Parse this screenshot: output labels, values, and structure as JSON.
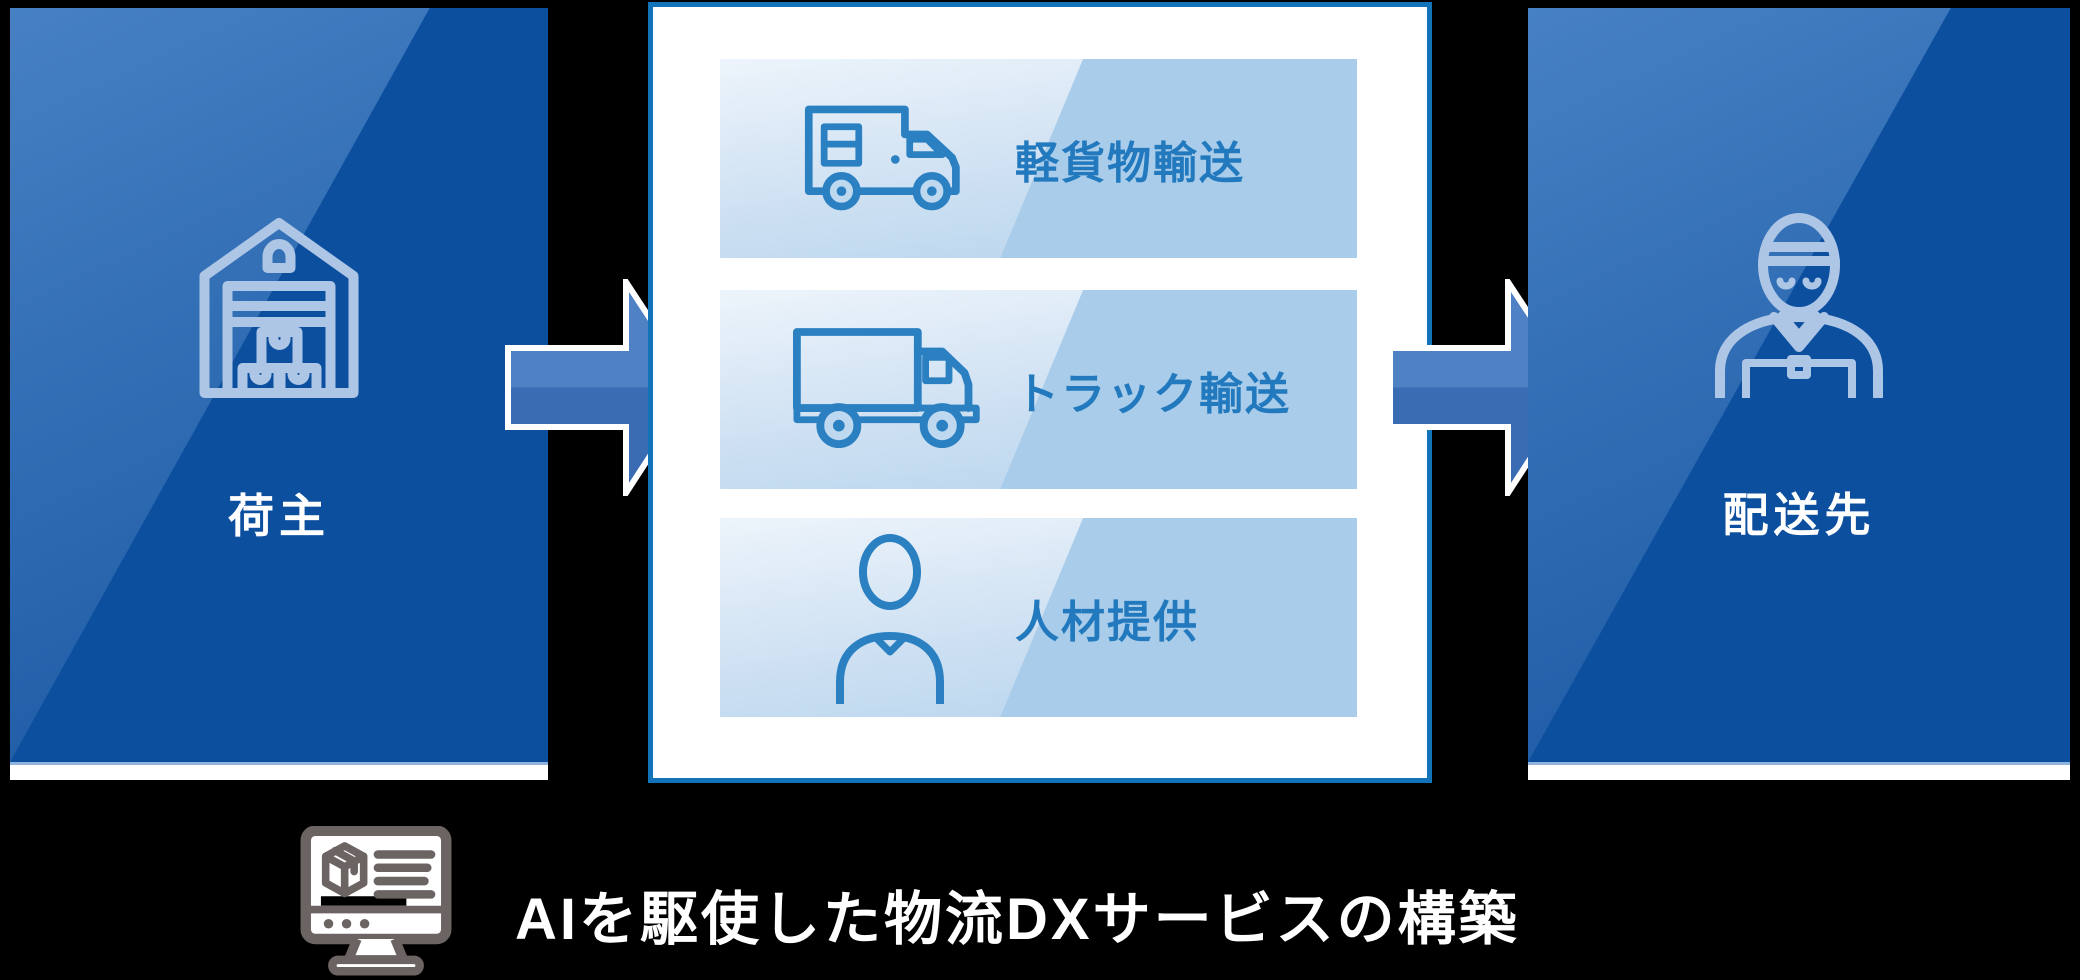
{
  "left_box": {
    "label": "荷主",
    "icon": "warehouse-icon"
  },
  "right_box": {
    "label": "配送先",
    "icon": "delivery-person-icon"
  },
  "services_panel": {
    "rows": [
      {
        "icon": "delivery-van-icon",
        "label": "軽貨物輸送"
      },
      {
        "icon": "truck-icon",
        "label": "トラック輸送"
      },
      {
        "icon": "worker-icon",
        "label": "人材提供"
      }
    ]
  },
  "footer": {
    "icon": "monitor-package-icon",
    "title": "AIを駆使した物流DXサービスの構築"
  },
  "colors": {
    "background": "#000000",
    "box_blue_dark": "#0C4F9F",
    "box_blue_light": "#4780C4",
    "box_edge_light": "#8FB3DC",
    "side_icon_stroke": "#ADC6E6",
    "panel_border": "#1373B9",
    "row_bg_light": "#EDF4FB",
    "row_bg_base": "#B5D3ED",
    "row_bg_shade": "#A8CCEA",
    "row_text": "#2279BD",
    "row_icon_stroke": "#2B80C2",
    "arrow_top": "#4E82C5",
    "arrow_bottom": "#3A6CB4",
    "arrow_outline": "#FFFFFF",
    "footer_icon_stroke": "#6B6462",
    "footer_text": "#FFFFFF"
  }
}
